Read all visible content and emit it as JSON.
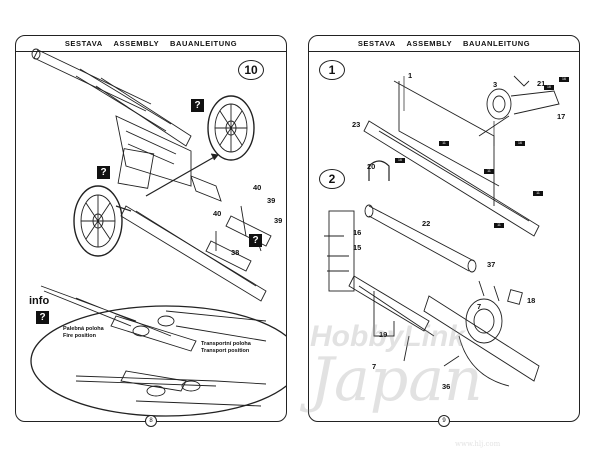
{
  "left_page": {
    "header": [
      "SESTAVA",
      "ASSEMBLY",
      "BAUANLEITUNG"
    ],
    "step_number": "10",
    "question_marks": [
      "?",
      "?",
      "?",
      "?"
    ],
    "part_numbers": [
      "40",
      "39",
      "40",
      "39",
      "38"
    ],
    "info": {
      "title": "info",
      "question": "?",
      "fire_position": [
        "Palebná poloha",
        "Fire position"
      ],
      "transport_position": [
        "Transportní poloha",
        "Transport position"
      ]
    },
    "page_number": "8"
  },
  "right_page": {
    "header": [
      "SESTAVA",
      "ASSEMBLY",
      "BAUANLEITUNG"
    ],
    "steps": [
      "1",
      "2"
    ],
    "step1_parts": [
      "1",
      "3",
      "21",
      "17",
      "23"
    ],
    "step2_parts": [
      "20",
      "22",
      "16",
      "15",
      "37",
      "18",
      "19",
      "7",
      "7",
      "36"
    ],
    "tags": [
      "16",
      "11",
      "16",
      "16",
      "11",
      "16",
      "11",
      "11"
    ],
    "page_number": "9"
  },
  "watermark": {
    "line1": "HobbyLink",
    "line2": "Japan",
    "url": "www.hlj.com"
  }
}
